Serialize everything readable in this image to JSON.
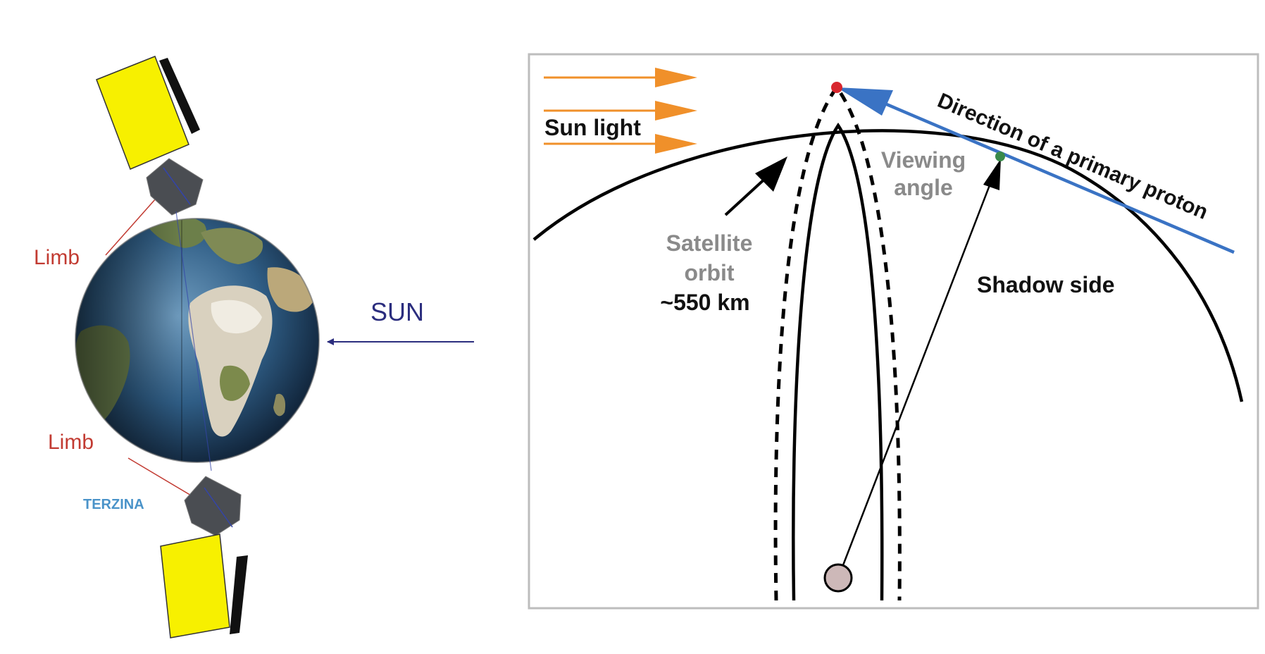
{
  "left_panel": {
    "limb_top": "Limb",
    "limb_bottom": "Limb",
    "sun": "SUN",
    "terzina": "TERZINA"
  },
  "right_panel": {
    "sun_light": "Sun light",
    "viewing_angle_line1": "Viewing",
    "viewing_angle_line2": "angle",
    "satellite_orbit_line1": "Satellite",
    "satellite_orbit_line2": "orbit",
    "altitude": "~550 km",
    "shadow_side": "Shadow side",
    "primary_proton": "Direction of a primary proton"
  },
  "colors": {
    "solar_panel": "#f7f000",
    "sun_arrow": "#2b2d7e",
    "limb_line": "#c23b32",
    "sunlight_arrow": "#f0902a",
    "proton_line": "#3a73c4",
    "orbit_marker_red": "#d8262e",
    "surface_marker_green": "#3a8a4a"
  },
  "icons": {
    "earth": "earth-globe-icon",
    "satellite": "satellite-icon"
  }
}
